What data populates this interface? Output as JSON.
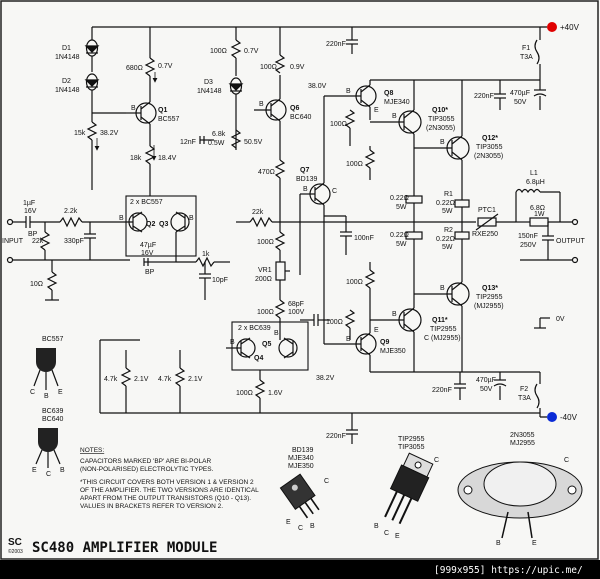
{
  "rails": {
    "positive": "+40V",
    "negative": "-40V"
  },
  "labels": {
    "input": "INPUT",
    "output": "OUTPUT",
    "ground": "0V"
  },
  "pins": {
    "b": "B",
    "c": "C",
    "e": "E"
  },
  "voltages": {
    "v07": "0.7V",
    "v09": "0.9V",
    "v382": "38.2V",
    "v184": "18.4V",
    "v505": "50.5V",
    "v380": "38.0V",
    "v16": "1.6V",
    "v21": "2.1V"
  },
  "parts": {
    "d1": {
      "ref": "D1",
      "type": "1N4148"
    },
    "d2": {
      "ref": "D2",
      "type": "1N4148"
    },
    "d3": {
      "ref": "D3",
      "type": "1N4148"
    },
    "q1": {
      "ref": "Q1",
      "type": "BC557"
    },
    "q2q3": {
      "label": "2 x BC557"
    },
    "q2": {
      "ref": "Q2"
    },
    "q3": {
      "ref": "Q3"
    },
    "q4q5": {
      "label": "2 x BC639"
    },
    "q4": {
      "ref": "Q4"
    },
    "q5": {
      "ref": "Q5"
    },
    "q6": {
      "ref": "Q6",
      "type": "BC640"
    },
    "q7": {
      "ref": "Q7",
      "type": "BD139"
    },
    "q8": {
      "ref": "Q8",
      "type": "MJE340"
    },
    "q9": {
      "ref": "Q9",
      "type": "MJE350"
    },
    "q10": {
      "ref": "Q10*",
      "type": "TIP3055",
      "alt": "(2N3055)"
    },
    "q11": {
      "ref": "Q11*",
      "type": "TIP2955",
      "alt": "C (MJ2955)"
    },
    "q12": {
      "ref": "Q12*",
      "type": "TIP3055",
      "alt": "(2N3055)"
    },
    "q13": {
      "ref": "Q13*",
      "type": "TIP2955",
      "alt": "(MJ2955)"
    },
    "f1": {
      "ref": "F1",
      "value": "T3A"
    },
    "f2": {
      "ref": "F2",
      "value": "T3A"
    },
    "r15k": {
      "value": "15k"
    },
    "r680": {
      "value": "680Ω"
    },
    "r18k": {
      "value": "18k"
    },
    "r2k2": {
      "value": "2.2k"
    },
    "r22kin": {
      "value": "22k"
    },
    "r22kfb": {
      "value": "22k"
    },
    "r10": {
      "value": "10Ω"
    },
    "r1k": {
      "value": "1k"
    },
    "r100a": {
      "value": "100Ω"
    },
    "r100b": {
      "value": "100Ω"
    },
    "r100c": {
      "value": "100Ω"
    },
    "r100d": {
      "value": "100Ω"
    },
    "r100e": {
      "value": "100Ω"
    },
    "r100f": {
      "value": "100Ω"
    },
    "r100g": {
      "value": "100Ω"
    },
    "r100h": {
      "value": "100Ω"
    },
    "r100i": {
      "value": "100Ω"
    },
    "r470": {
      "value": "470Ω"
    },
    "r6k8": {
      "value": "6.8k",
      "power": "0.5W"
    },
    "r4k7": {
      "value": "4.7k"
    },
    "re": {
      "value": "0.22Ω",
      "power": "5W"
    },
    "r1": {
      "ref": "R1"
    },
    "r2": {
      "ref": "R2"
    },
    "r68": {
      "value": "6.8Ω",
      "power": "1W"
    },
    "vr1": {
      "ref": "VR1",
      "value": "200Ω"
    },
    "ptc1": {
      "ref": "PTC1",
      "type": "RXE250"
    },
    "l1": {
      "ref": "L1",
      "value": "6.8µH"
    },
    "cin": {
      "value": "1µF",
      "voltage": "16V",
      "bp": "BP"
    },
    "c330p": {
      "value": "330pF"
    },
    "c47u": {
      "value": "47µF",
      "voltage": "16V",
      "bp": "BP"
    },
    "c10p": {
      "value": "10pF"
    },
    "c12n": {
      "value": "12nF"
    },
    "c68p": {
      "value": "68pF",
      "voltage": "100V"
    },
    "c100nBias": {
      "value": "100nF"
    },
    "c220nTop": {
      "value": "220nF"
    },
    "c220nBot": {
      "value": "220nF"
    },
    "c220nRail": {
      "value": "220nF"
    },
    "c470u": {
      "value": "470µF",
      "voltage": "50V"
    },
    "c150n": {
      "value": "150nF",
      "voltage": "250V"
    }
  },
  "packages": {
    "to92a": "BC557",
    "to92b": "BC639",
    "to92c": "BC640",
    "to126a": "BD139",
    "to126b": "MJE340",
    "to126c": "MJE350",
    "to220a": "TIP2955",
    "to220b": "TIP3055",
    "to3a": "2N3055",
    "to3b": "MJ2955"
  },
  "notes": {
    "heading": "NOTES:",
    "l1": "CAPACITORS MARKED 'BP' ARE BI-POLAR",
    "l2": "(NON-POLARISED) ELECTROLYTIC TYPES.",
    "l3": "*THIS CIRCUIT COVERS BOTH VERSION 1 & VERSION 2",
    "l4": "OF THE AMPLIFIER. THE TWO VERSIONS ARE IDENTICAL",
    "l5": "APART FROM THE OUTPUT TRANSISTORS (Q10 - Q13).",
    "l6": "VALUES IN BRACKETS REFER TO VERSION 2."
  },
  "title": {
    "logo": "SC",
    "year": "©2003",
    "text": "SC480 AMPLIFIER MODULE"
  },
  "footer": {
    "text": "[999x955] https://upic.me/"
  }
}
